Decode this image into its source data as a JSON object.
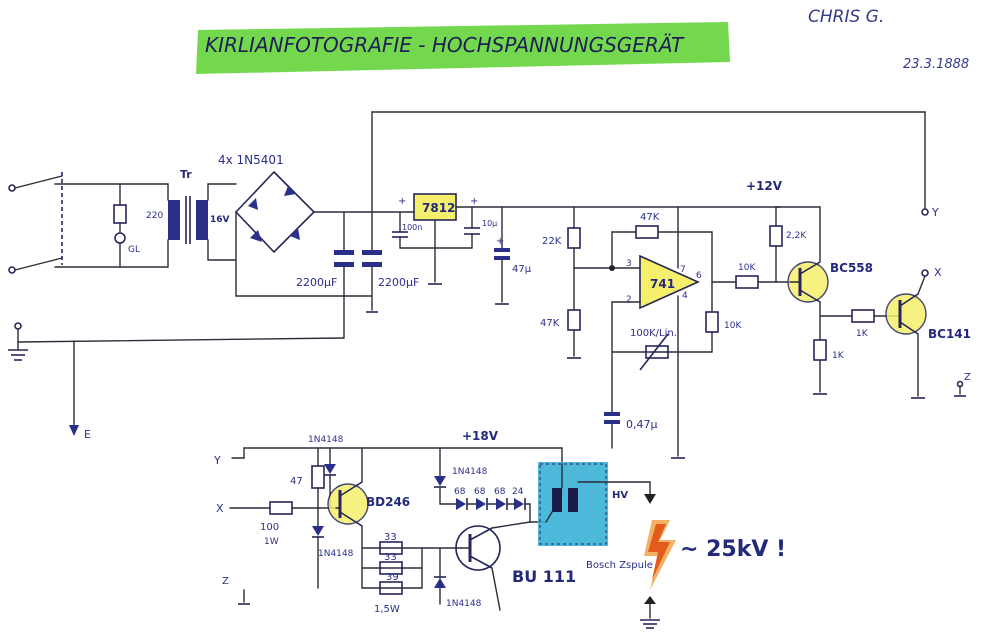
{
  "title": "KIRLIANFOTOGRAFIE - HOCHSPANNUNGSGERÄT",
  "author": "CHRIS G.",
  "date": "23.3.1888",
  "colors": {
    "title_highlight": "#5bd12f",
    "coil_highlight": "#3ab1d6",
    "spark_highlight": "#f2a24a",
    "transistor_highlight": "#f5ef6b",
    "ink": "#2a2f8a"
  },
  "labels": {
    "transformer": "Tr",
    "v220": "220",
    "v16": "16V",
    "gl": "GL",
    "bridge": "4x 1N5401",
    "cap_2200a": "2200μF",
    "cap_2200b": "2200μF",
    "reg": "7812",
    "plus1": "+",
    "plus2": "+",
    "plus3": "+",
    "cap_100n": "100n",
    "cap_10u": "10μ",
    "cap_47u": "47μ",
    "plus12": "+12V",
    "r22k": "22K",
    "r47k_top": "47K",
    "r47k_left": "47K",
    "opamp": "741",
    "pin3": "3",
    "pin2": "2",
    "pin7": "7",
    "pin6": "6",
    "pin4": "4",
    "pot": "100K/Lin.",
    "r10k_a": "10K",
    "r10k_b": "10K",
    "r22k_b": "2,2K",
    "bc558": "BC558",
    "r1k_a": "1K",
    "r1k_b": "1K",
    "bc141": "BC141",
    "cap_047": "0,47μ",
    "y_top": "Y",
    "x_top": "X",
    "z_top": "Z",
    "e_label": "E",
    "plus18": "+18V",
    "y_bot": "Y",
    "x_bot": "X",
    "z_bot": "Z",
    "d1n4148_a": "1N4148",
    "d1n4148_b": "1N4148",
    "d1n4148_c": "1N4148",
    "d1n4148_d": "1N4148",
    "r47": "47",
    "r100": "100",
    "r100w": "1W",
    "bd246": "BD246",
    "r33a": "33",
    "r33b": "33",
    "r39": "39",
    "r15w": "1,5W",
    "z68a": "68",
    "z68b": "68",
    "z68c": "68",
    "z24": "24",
    "bu111": "BU 111",
    "hv": "HV",
    "coil": "Bosch Zspule",
    "kv": "~ 25kV !"
  }
}
